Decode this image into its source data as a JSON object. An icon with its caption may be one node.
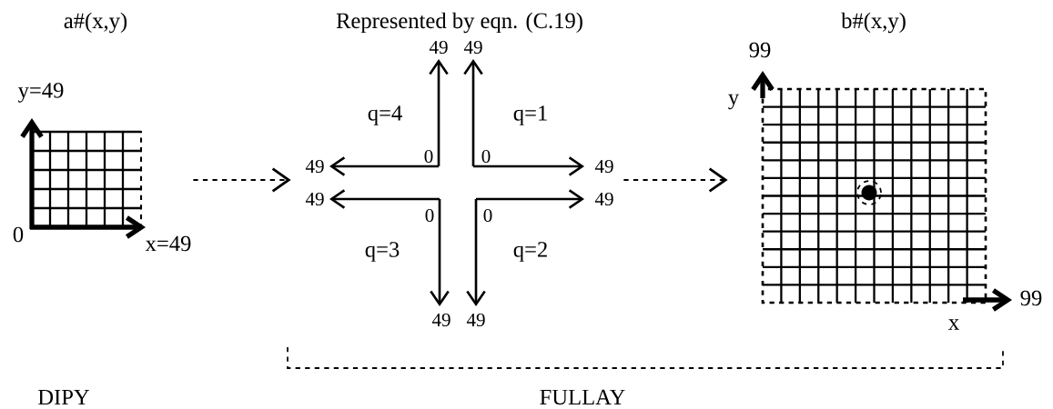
{
  "diagram": {
    "nodes": [
      {
        "text": [
          "a#(x,y)"
        ]
      },
      {
        "text": [
          "Represented by eqn. (C.19)"
        ]
      },
      {
        "text": [
          "b#(x,y)"
        ]
      }
    ],
    "edges": [
      {
        "from": 0,
        "to": 1,
        "arrow": "to",
        "style": "dashed"
      },
      {
        "from": 1,
        "to": 2,
        "arrow": "to",
        "style": "dashed"
      }
    ],
    "labels": [
      "y=49",
      "0",
      "x=49",
      "49",
      "49",
      "q=4",
      "q=1",
      "0",
      "0",
      "49",
      "49",
      "49",
      "49",
      "0",
      "0",
      "q=3",
      "q=2",
      "49",
      "49",
      "99",
      "y",
      "99",
      "x",
      "DIPY",
      "FULLAY"
    ]
  }
}
